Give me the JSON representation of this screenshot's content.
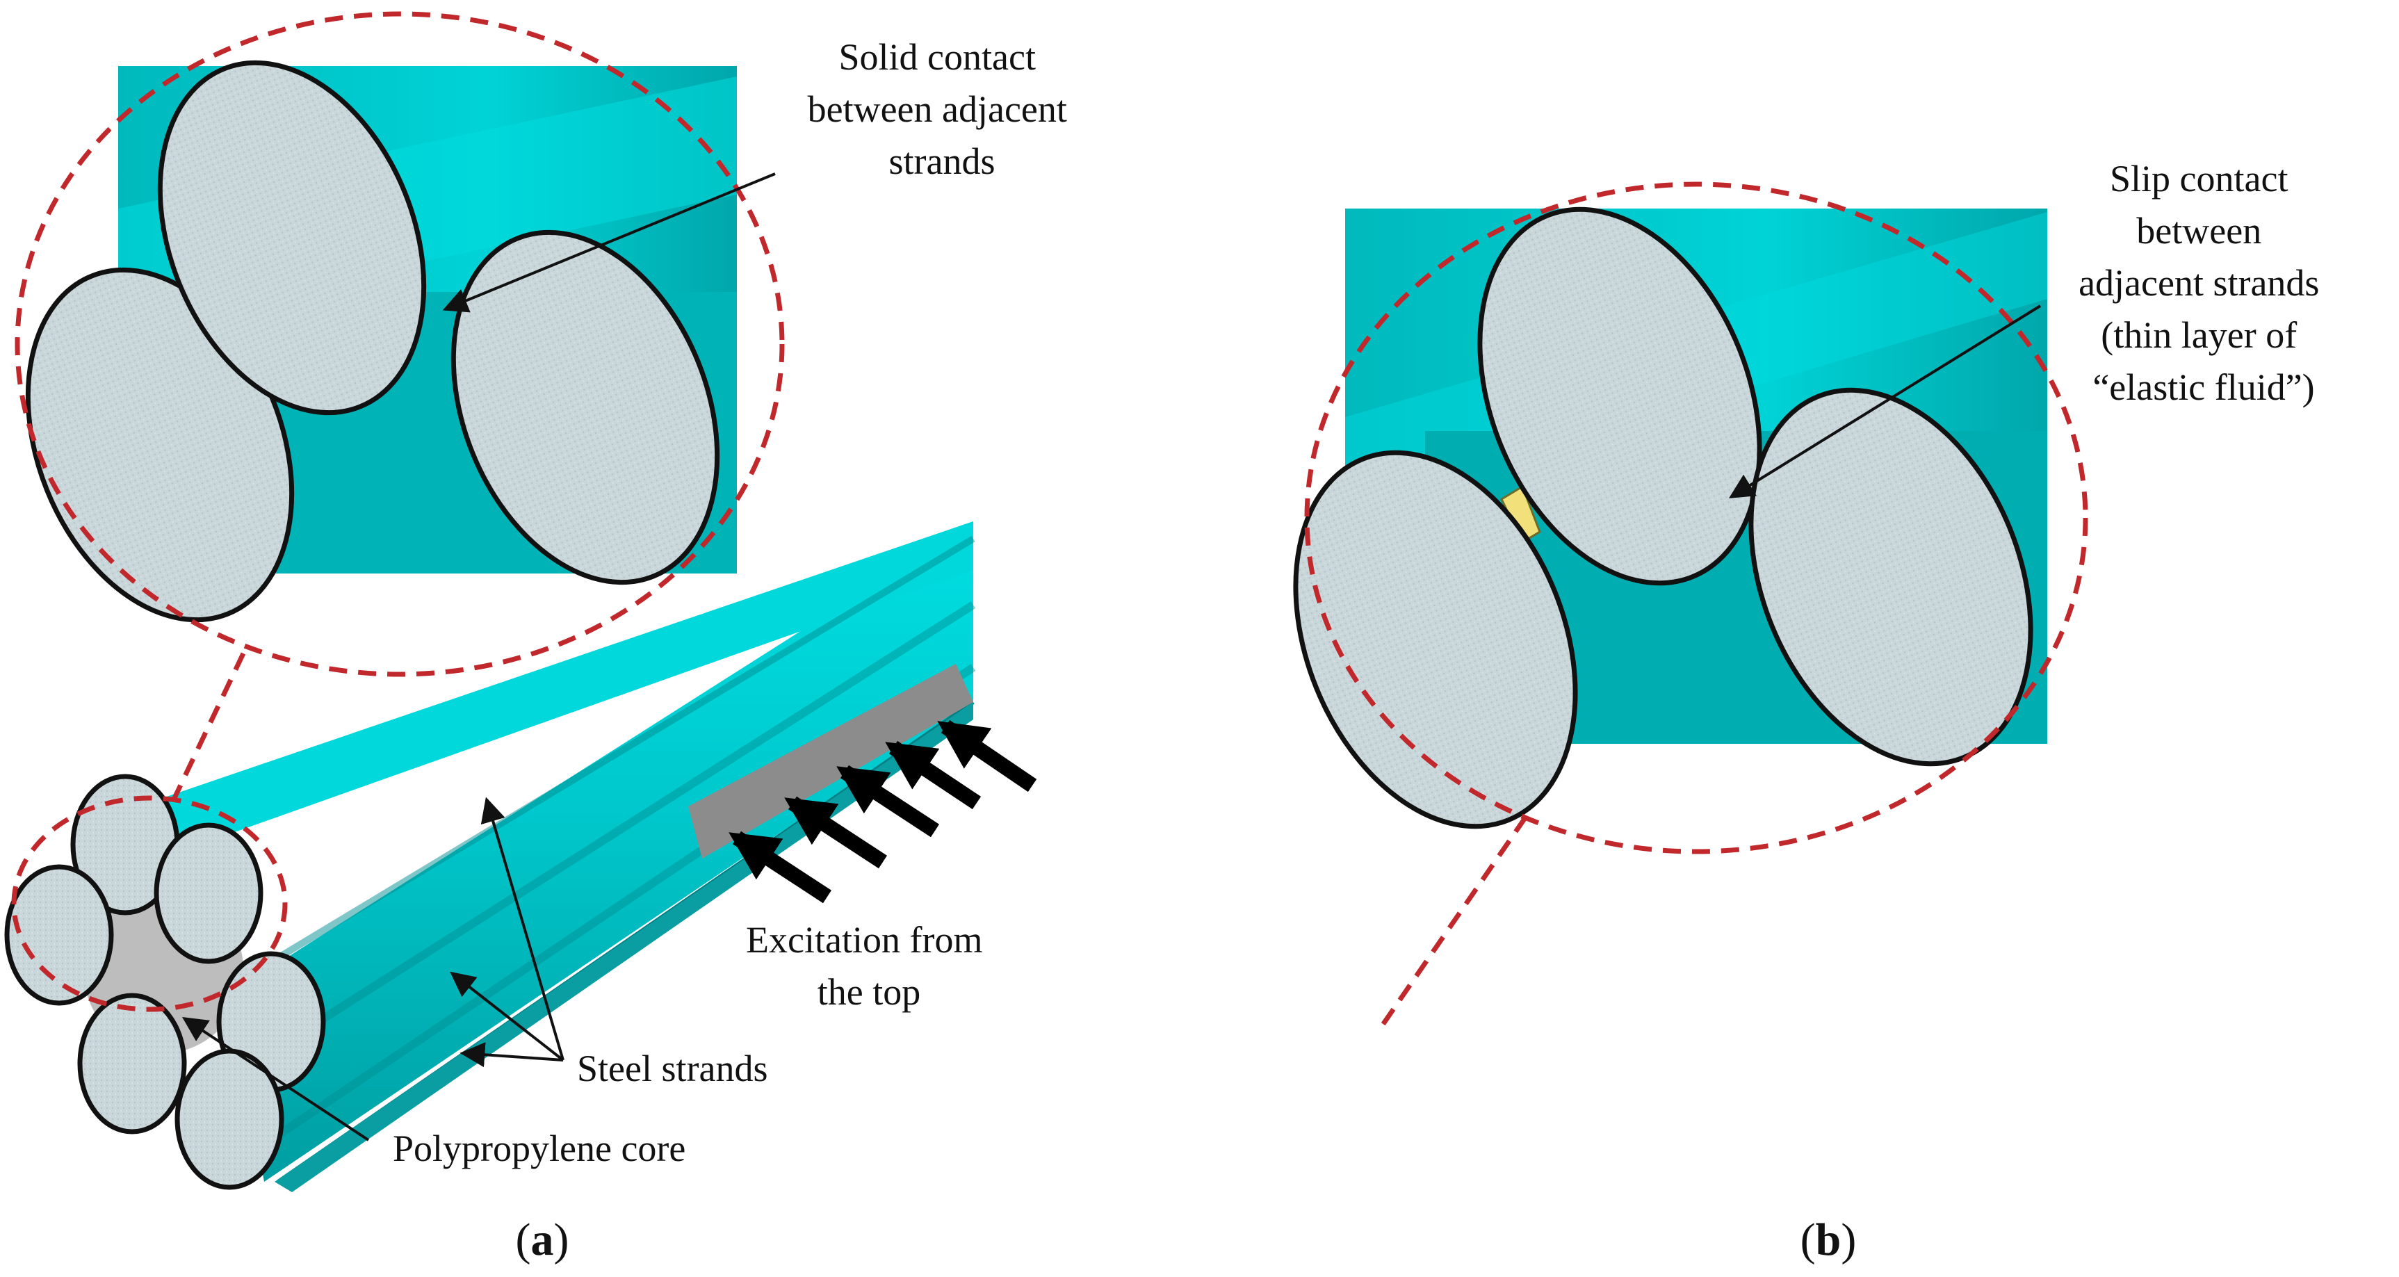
{
  "panels": {
    "a": {
      "caption_open": "(",
      "caption_letter": "a",
      "caption_close": ")",
      "labels": {
        "solid_contact": [
          "Solid contact",
          "between adjacent",
          "strands"
        ],
        "excitation": [
          "Excitation from",
          "the top"
        ],
        "steel_strands": "Steel strands",
        "core": "Polypropylene core"
      }
    },
    "b": {
      "caption_open": "(",
      "caption_letter": "b",
      "caption_close": ")",
      "labels": {
        "slip_contact": [
          "Slip contact",
          "between",
          "adjacent strands",
          "(thin layer of",
          "“elastic fluid”)"
        ]
      }
    }
  },
  "colors": {
    "strand_cyan": "#00d2d6",
    "strand_shade": "#009fa3",
    "section_grey": "#c6d3d8",
    "core_grey": "#bcbcbc",
    "excitation_patch": "#8c8c8c",
    "dashed_circle": "#c0282c",
    "fluid_layer": "#f2e07a"
  }
}
